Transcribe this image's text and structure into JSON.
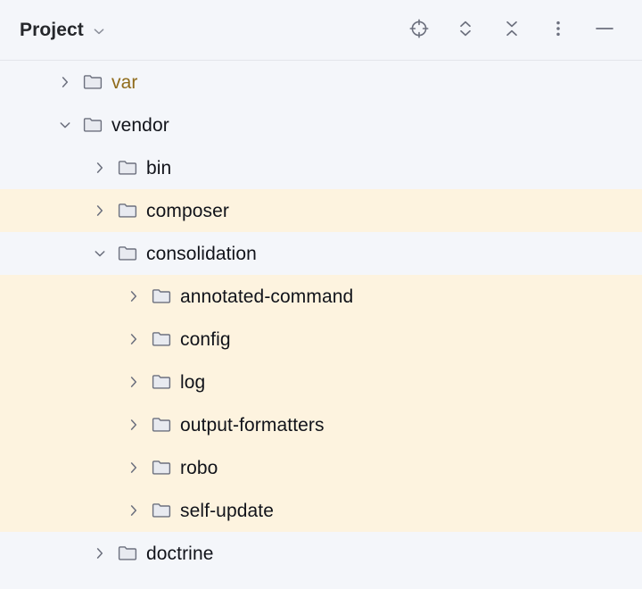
{
  "header": {
    "title": "Project",
    "title_chevron_icon": "chevron-down-icon",
    "toolbar": [
      {
        "name": "select-opened-file-button",
        "icon": "crosshair-target-icon",
        "tooltip": "Select Opened File"
      },
      {
        "name": "expand-all-button",
        "icon": "expand-all-chevrons-icon",
        "tooltip": "Expand All"
      },
      {
        "name": "collapse-all-button",
        "icon": "collapse-all-chevrons-icon",
        "tooltip": "Collapse All"
      },
      {
        "name": "more-options-button",
        "icon": "vertical-ellipsis-icon",
        "tooltip": "Options"
      },
      {
        "name": "hide-tool-window-button",
        "icon": "minus-icon",
        "tooltip": "Hide"
      }
    ]
  },
  "colors": {
    "panel_background": "#F4F6FA",
    "row_highlight": "#FDF3DF",
    "header_border": "#E3E5EA",
    "text_default": "#11131A",
    "text_excluded": "#8F6B1A",
    "icon_stroke": "#6C707E",
    "folder_fill": "#E8EAF0",
    "folder_stroke": "#6C707E"
  },
  "tree": {
    "nodes": [
      {
        "label": "var",
        "depth": 1,
        "state": "collapsed",
        "icon": "folder-icon",
        "highlighted": false,
        "excluded": true
      },
      {
        "label": "vendor",
        "depth": 1,
        "state": "expanded",
        "icon": "folder-icon",
        "highlighted": false,
        "excluded": false
      },
      {
        "label": "bin",
        "depth": 2,
        "state": "collapsed",
        "icon": "folder-icon",
        "highlighted": false,
        "excluded": false
      },
      {
        "label": "composer",
        "depth": 2,
        "state": "collapsed",
        "icon": "folder-icon",
        "highlighted": true,
        "excluded": false
      },
      {
        "label": "consolidation",
        "depth": 2,
        "state": "expanded",
        "icon": "folder-icon",
        "highlighted": false,
        "excluded": false
      },
      {
        "label": "annotated-command",
        "depth": 3,
        "state": "collapsed",
        "icon": "folder-icon",
        "highlighted": true,
        "excluded": false
      },
      {
        "label": "config",
        "depth": 3,
        "state": "collapsed",
        "icon": "folder-icon",
        "highlighted": true,
        "excluded": false
      },
      {
        "label": "log",
        "depth": 3,
        "state": "collapsed",
        "icon": "folder-icon",
        "highlighted": true,
        "excluded": false
      },
      {
        "label": "output-formatters",
        "depth": 3,
        "state": "collapsed",
        "icon": "folder-icon",
        "highlighted": true,
        "excluded": false
      },
      {
        "label": "robo",
        "depth": 3,
        "state": "collapsed",
        "icon": "folder-icon",
        "highlighted": true,
        "excluded": false
      },
      {
        "label": "self-update",
        "depth": 3,
        "state": "collapsed",
        "icon": "folder-icon",
        "highlighted": true,
        "excluded": false
      },
      {
        "label": "doctrine",
        "depth": 2,
        "state": "collapsed",
        "icon": "folder-icon",
        "highlighted": false,
        "excluded": false
      }
    ]
  }
}
